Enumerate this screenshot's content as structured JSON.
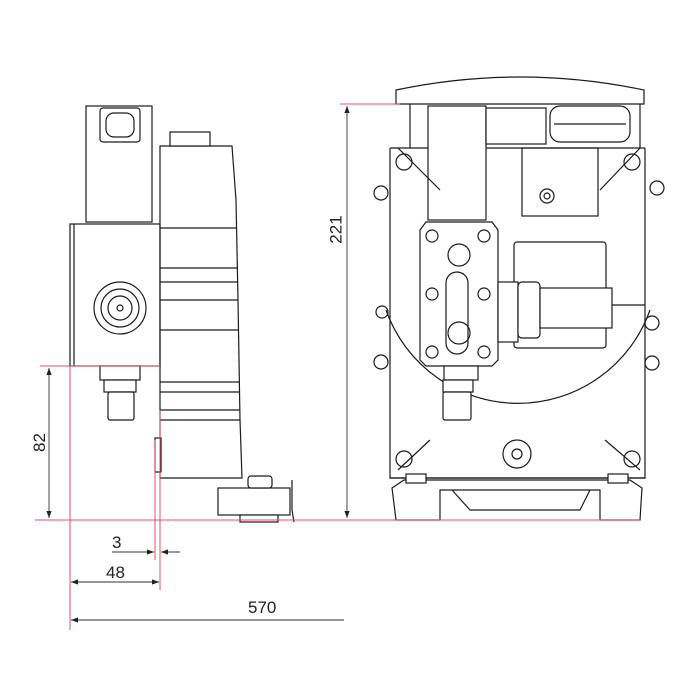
{
  "drawing": {
    "dimensions": {
      "height_total": "221",
      "height_lower": "82",
      "offset_small": "3",
      "offset_valve": "48",
      "clearance": "570"
    },
    "colors": {
      "line": "#1a1a1a",
      "reference_line": "#e0506e"
    }
  }
}
